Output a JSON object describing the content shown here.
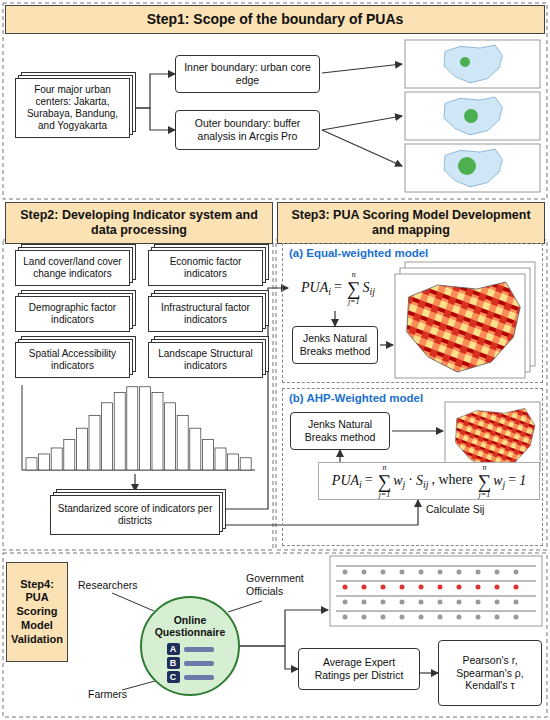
{
  "diagram": {
    "nodes": [
      {
        "text": [
          "Step1: Scope of the boundary of PUAs"
        ]
      },
      {
        "text": [
          "Four major urban centers: Jakarta, Surabaya, Bandung, and Yogyakarta"
        ]
      },
      {
        "text": [
          "Inner boundary: urban core edge"
        ]
      },
      {
        "text": [
          "Outer boundary: buffer analysis in Arcgis Pro"
        ]
      },
      {
        "text": [
          "Step2: Developing Indicator system and data processing"
        ]
      },
      {
        "text": [
          "Step3: PUA Scoring Model Development and mapping"
        ]
      },
      {
        "text": [
          "Land cover/land cover change indicators"
        ]
      },
      {
        "text": [
          "Economic factor indicators"
        ]
      },
      {
        "text": [
          "Demographic factor indicators"
        ]
      },
      {
        "text": [
          "Infrastructural factor indicators"
        ]
      },
      {
        "text": [
          "Spatial Accessibility indicators"
        ]
      },
      {
        "text": [
          "Landscape Structural indicators"
        ]
      },
      {
        "text": [
          "Standarized score of indicators per districts"
        ]
      },
      {
        "text": [
          "(a) Equal-weighted model"
        ]
      },
      {
        "text": [
          "PUA",
          "i",
          "=",
          "n",
          "∑",
          "j=1",
          "S",
          "ij"
        ],
        "in": 13
      },
      {
        "text": [
          "Jenks Natural Breaks method"
        ],
        "in": 13
      },
      {
        "text": [
          "(b) AHP-Weighted model"
        ]
      },
      {
        "text": [
          "Jenks Natural Breaks method"
        ],
        "in": 16
      },
      {
        "text": [
          "PUA",
          "i",
          "=",
          "n",
          "∑",
          "j=1",
          "w",
          "j",
          "·",
          "S",
          "ij",
          ", where",
          "n",
          "∑",
          "j=1",
          "w",
          "j",
          "=",
          "1"
        ],
        "in": 16
      },
      {
        "text": [
          "Step4: PUA Scoring Model Validation"
        ]
      },
      {
        "text": [
          "Online Questionnaire",
          "A",
          "B",
          "C"
        ]
      },
      {
        "text": [
          "Average Expert Ratings per District"
        ]
      },
      {
        "text": [
          "Pearson's r, Spearman's ρ, Kendall's τ"
        ]
      }
    ],
    "edges": [
      {
        "from": 1,
        "to": 2,
        "arrow": "to"
      },
      {
        "from": 1,
        "to": 3,
        "arrow": "to"
      },
      {
        "from": 12,
        "to": 14,
        "arrow": "to"
      },
      {
        "from": 12,
        "to": 18,
        "arrow": "to",
        "label": "Calculate Sij"
      },
      {
        "from": 14,
        "to": 15,
        "arrow": "to"
      },
      {
        "from": 18,
        "to": 17,
        "arrow": "to"
      },
      {
        "from": 20,
        "to": 21,
        "arrow": "to"
      },
      {
        "from": 21,
        "to": 22,
        "arrow": "to"
      }
    ],
    "labels": [
      "Researchers",
      "Government Officials",
      "Farmers"
    ]
  }
}
